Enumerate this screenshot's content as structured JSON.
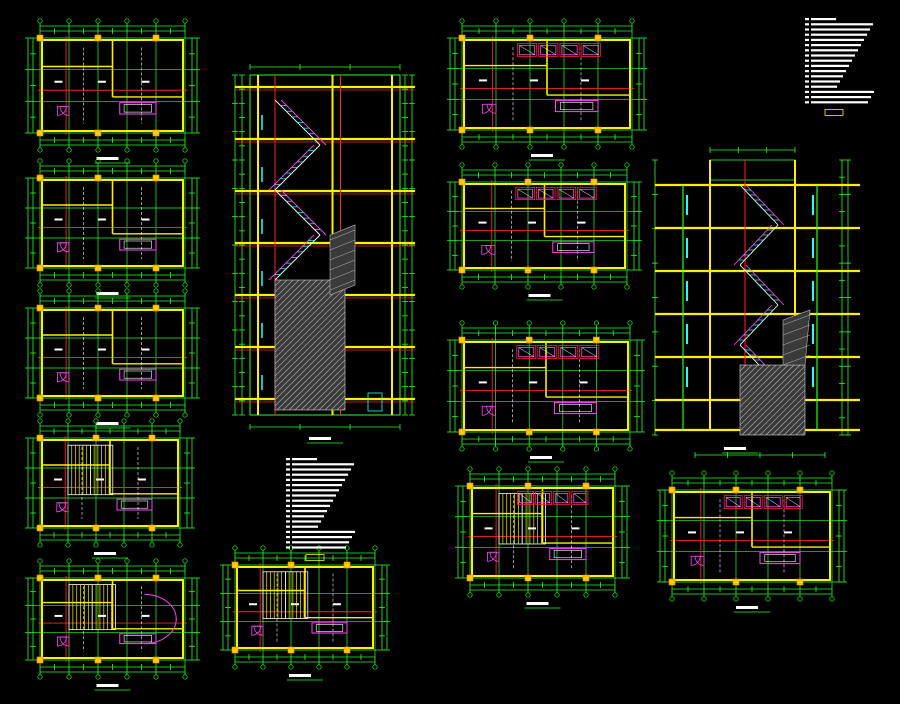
{
  "canvas": {
    "background": "#000000"
  },
  "palette": {
    "grid": "#22ff22",
    "wall": "#ffee00",
    "axis": "#ff2222",
    "stair": "#ff44ff",
    "cyan": "#22ffff",
    "hatch": "#bbbbbb",
    "white": "#ffffff",
    "column": "#ffcc00"
  },
  "sheets": {
    "plans_left": [
      {
        "id": "plan-1",
        "caption": ""
      },
      {
        "id": "plan-2",
        "caption": ""
      },
      {
        "id": "plan-3",
        "caption": ""
      },
      {
        "id": "plan-4",
        "caption": ""
      },
      {
        "id": "plan-5",
        "caption": ""
      },
      {
        "id": "plan-6",
        "caption": ""
      }
    ],
    "section_center": {
      "id": "section-a",
      "caption": ""
    },
    "plans_right": [
      {
        "id": "plan-r1",
        "caption": ""
      },
      {
        "id": "plan-r2",
        "caption": ""
      },
      {
        "id": "plan-r3",
        "caption": ""
      },
      {
        "id": "plan-r4",
        "caption": ""
      },
      {
        "id": "plan-r5",
        "caption": ""
      }
    ],
    "section_right": {
      "id": "section-b",
      "caption": ""
    }
  },
  "notes_blocks": [
    {
      "id": "notes-center"
    },
    {
      "id": "notes-top-right"
    }
  ]
}
